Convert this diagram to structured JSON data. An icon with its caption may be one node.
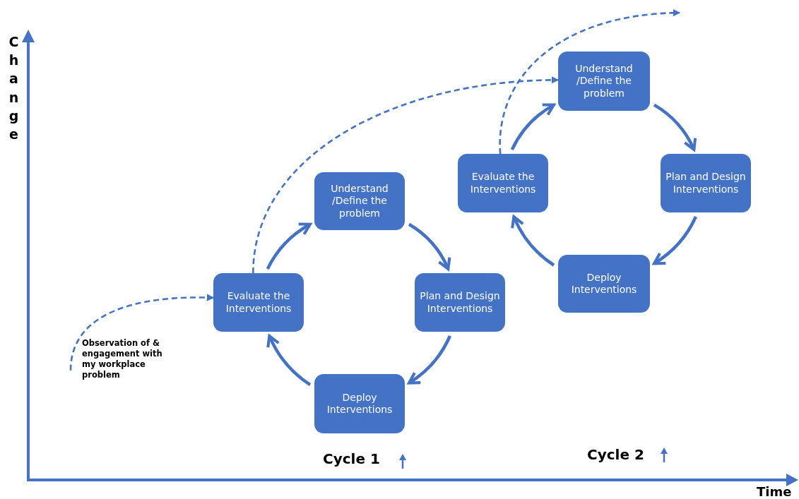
{
  "diagram": {
    "nodes": [
      {
        "text": [
          "Observation of & engagement with my workplace problem"
        ]
      },
      {
        "text": [
          "Evaluate the Interventions"
        ]
      },
      {
        "text": [
          "Understand /Define the problem"
        ]
      },
      {
        "text": [
          "Plan and Design Interventions"
        ]
      },
      {
        "text": [
          "Deploy Interventions"
        ]
      },
      {
        "text": [
          "Evaluate the Interventions"
        ]
      },
      {
        "text": [
          "Understand /Define the problem"
        ]
      },
      {
        "text": [
          "Plan and Design Interventions"
        ]
      },
      {
        "text": [
          "Deploy Interventions"
        ]
      }
    ],
    "edges": [
      {
        "from": 0,
        "to": 1,
        "arrow": "to",
        "style": "dashed"
      },
      {
        "from": 1,
        "to": 2,
        "arrow": "to"
      },
      {
        "from": 2,
        "to": 3,
        "arrow": "to"
      },
      {
        "from": 3,
        "to": 4,
        "arrow": "to"
      },
      {
        "from": 4,
        "to": 1,
        "arrow": "to"
      },
      {
        "from": 1,
        "to": 6,
        "arrow": "to",
        "style": "dashed"
      },
      {
        "from": 5,
        "to": 6,
        "arrow": "to"
      },
      {
        "from": 6,
        "to": 7,
        "arrow": "to"
      },
      {
        "from": 7,
        "to": 8,
        "arrow": "to"
      },
      {
        "from": 8,
        "to": 5,
        "arrow": "to"
      },
      {
        "from": 5,
        "to": null,
        "arrow": "to",
        "style": "dashed"
      }
    ],
    "labels": [
      "Change",
      "Cycle 1",
      "Cycle 2",
      "Time"
    ]
  }
}
